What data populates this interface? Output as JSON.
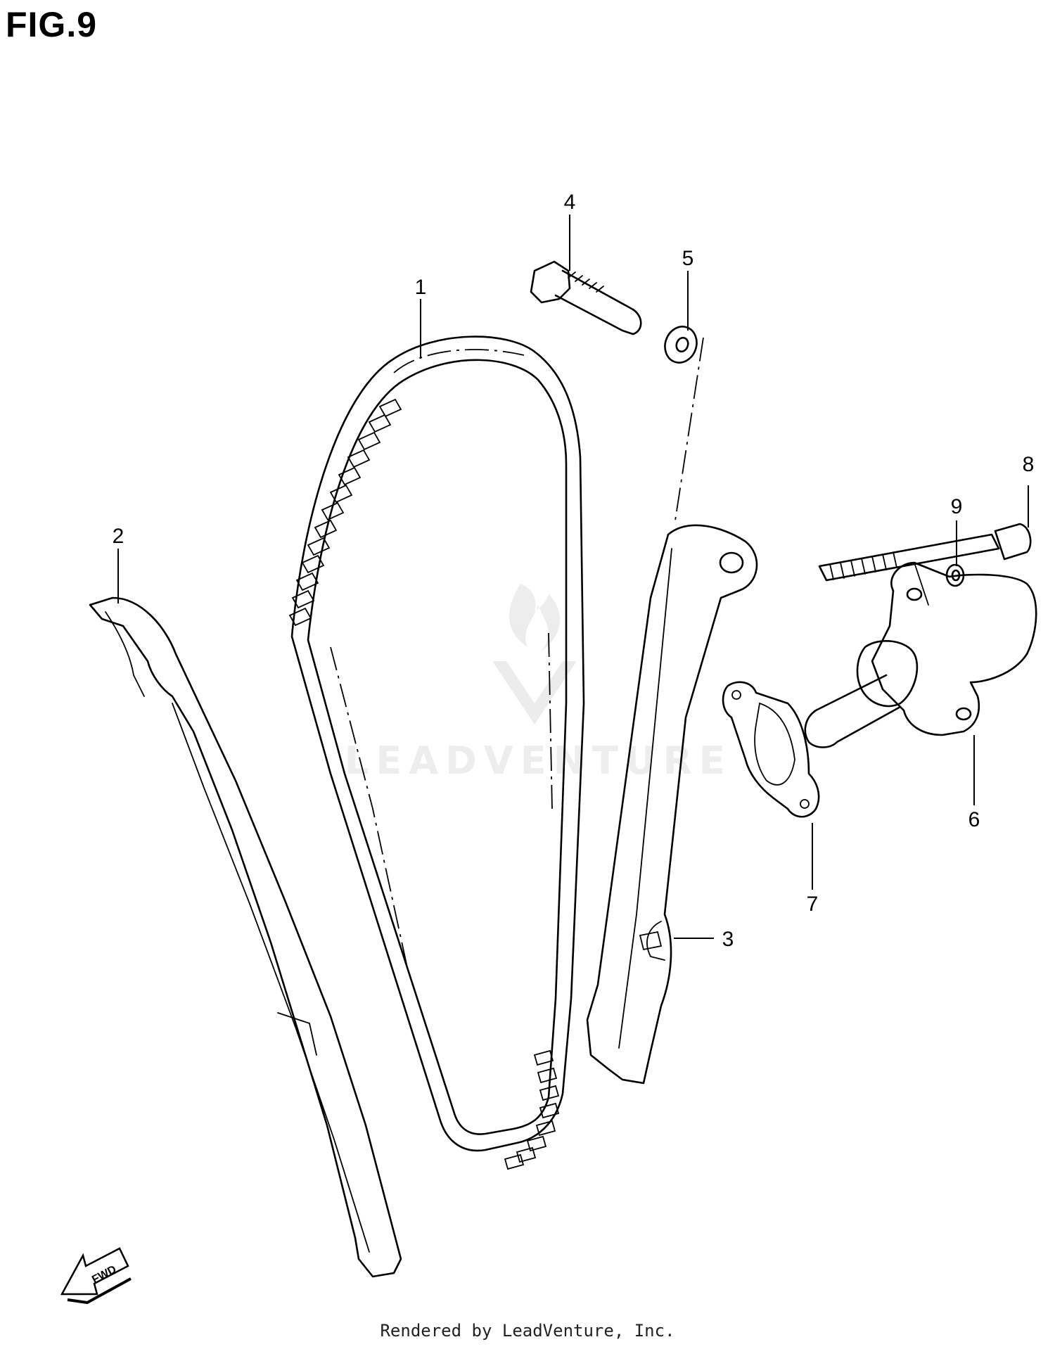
{
  "figure": {
    "title": "FIG.9"
  },
  "callouts": [
    {
      "id": "label-1",
      "text": "1"
    },
    {
      "id": "label-2",
      "text": "2"
    },
    {
      "id": "label-3",
      "text": "3"
    },
    {
      "id": "label-4",
      "text": "4"
    },
    {
      "id": "label-5",
      "text": "5"
    },
    {
      "id": "label-6",
      "text": "6"
    },
    {
      "id": "label-7",
      "text": "7"
    },
    {
      "id": "label-8",
      "text": "8"
    },
    {
      "id": "label-9",
      "text": "9"
    }
  ],
  "direction_arrow": {
    "text": "FWD",
    "icon": "fwd-arrow-icon"
  },
  "watermark": {
    "text": "LEADVENTURE",
    "icon": "leadventure-logo-icon"
  },
  "footer": {
    "text": "Rendered by LeadVenture, Inc."
  }
}
